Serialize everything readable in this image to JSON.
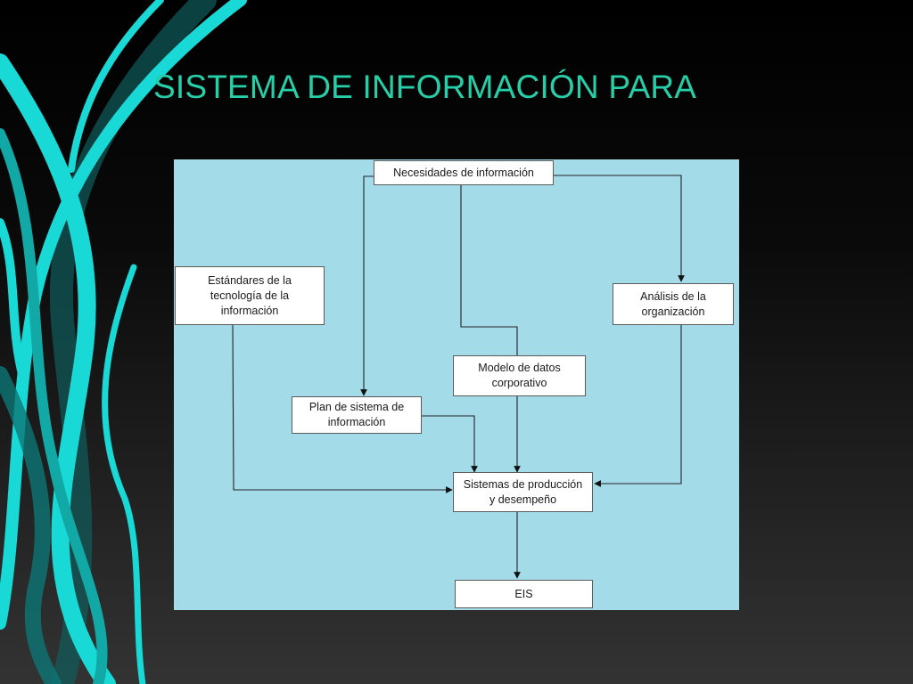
{
  "slide": {
    "title": "SISTEMA DE INFORMACIÓN PARA",
    "title_color": "#27cfa8",
    "accent_color": "#19d9d6"
  },
  "diagram": {
    "background_color": "#a4dbe9",
    "nodes": {
      "necesidades": "Necesidades de información",
      "estandares": "Estándares de la\ntecnología de la\ninformación",
      "analisis": "Análisis de la\norganización",
      "modelo": "Modelo de datos\ncorporativo",
      "plan": "Plan de sistema de\ninformación",
      "sistemas": "Sistemas de producción\ny desempeño",
      "eis": "EIS"
    },
    "connections": [
      {
        "from": "necesidades",
        "to": "plan"
      },
      {
        "from": "necesidades",
        "to": "modelo"
      },
      {
        "from": "necesidades",
        "to": "analisis"
      },
      {
        "from": "estandares",
        "to": "sistemas"
      },
      {
        "from": "plan",
        "to": "sistemas"
      },
      {
        "from": "modelo",
        "to": "sistemas"
      },
      {
        "from": "analisis",
        "to": "sistemas"
      },
      {
        "from": "sistemas",
        "to": "eis"
      }
    ]
  }
}
